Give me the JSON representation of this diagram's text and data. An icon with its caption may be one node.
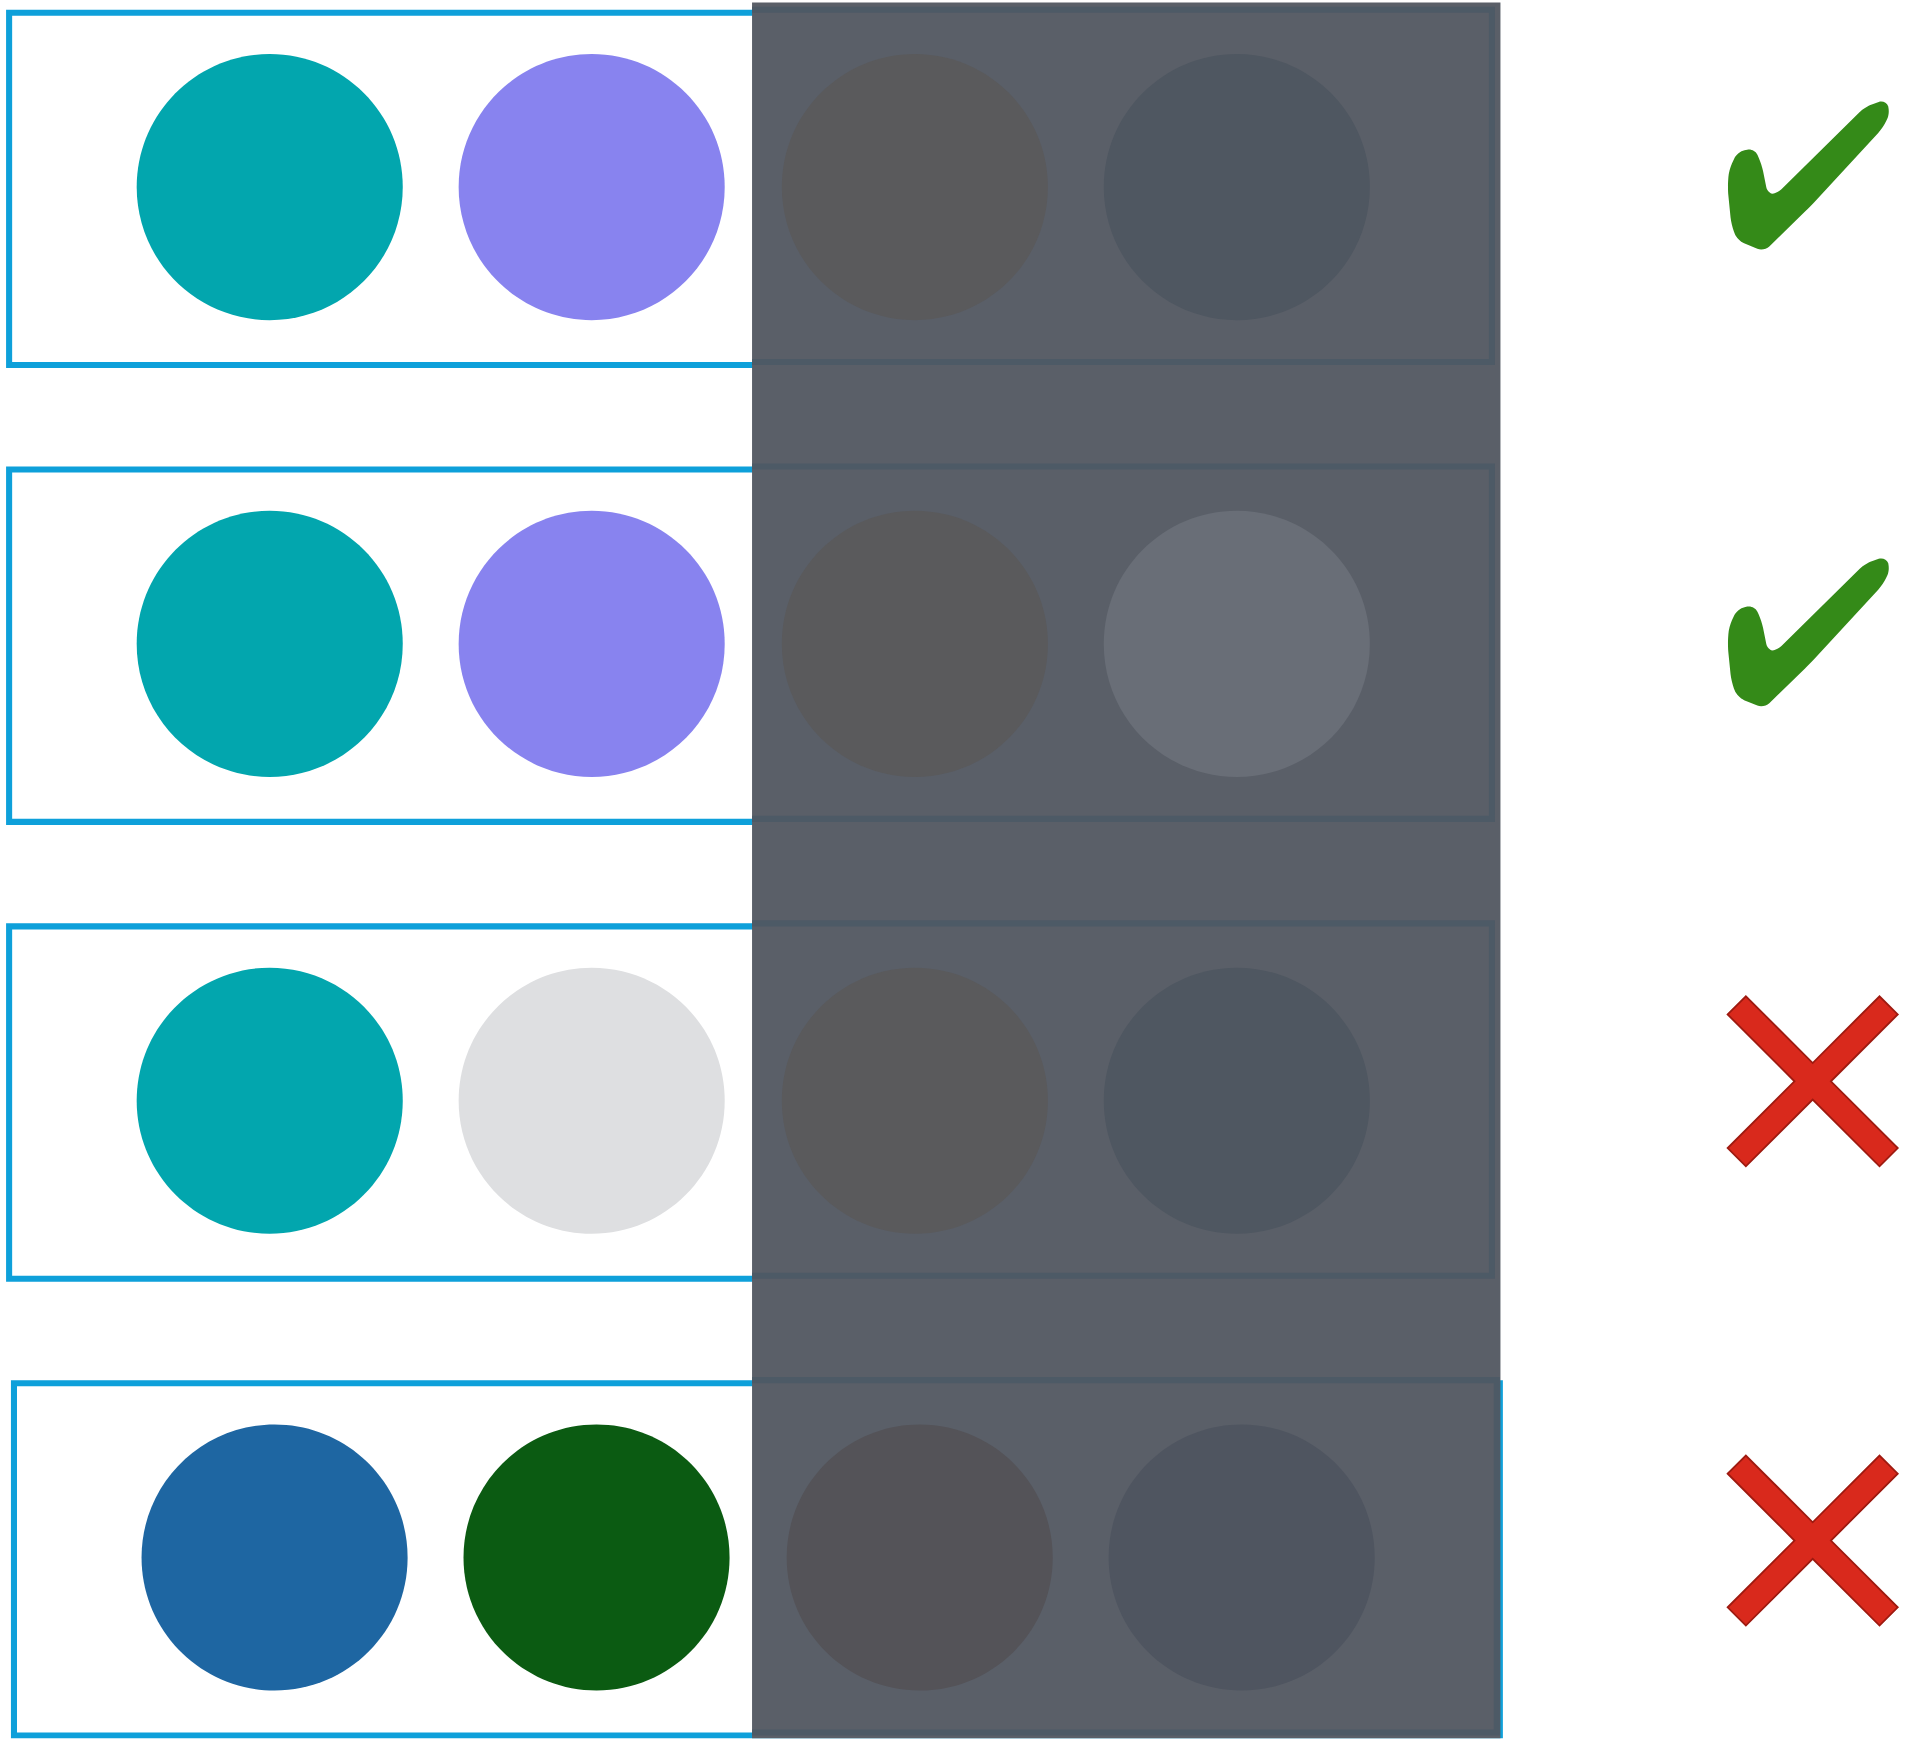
{
  "diagram": {
    "nodes": [
      {
        "text": [],
        "shape": "box"
      },
      {
        "text": [],
        "shape": "circle",
        "in": 0
      },
      {
        "text": [],
        "shape": "circle",
        "in": 0
      },
      {
        "text": [],
        "shape": "circle",
        "in": 0
      },
      {
        "text": [],
        "shape": "circle",
        "in": 0
      },
      {
        "text": [],
        "shape": "box"
      },
      {
        "text": [],
        "shape": "circle",
        "in": 5
      },
      {
        "text": [],
        "shape": "circle",
        "in": 5
      },
      {
        "text": [],
        "shape": "circle",
        "in": 5
      },
      {
        "text": [],
        "shape": "circle",
        "in": 5
      },
      {
        "text": [],
        "shape": "box"
      },
      {
        "text": [],
        "shape": "circle",
        "in": 10
      },
      {
        "text": [],
        "shape": "circle",
        "in": 10
      },
      {
        "text": [],
        "shape": "circle",
        "in": 10
      },
      {
        "text": [],
        "shape": "circle",
        "in": 10
      },
      {
        "text": [],
        "shape": "box"
      },
      {
        "text": [],
        "shape": "circle",
        "in": 15
      },
      {
        "text": [],
        "shape": "circle",
        "in": 15
      },
      {
        "text": [],
        "shape": "circle",
        "in": 15
      },
      {
        "text": [],
        "shape": "circle",
        "in": 15
      }
    ]
  }
}
